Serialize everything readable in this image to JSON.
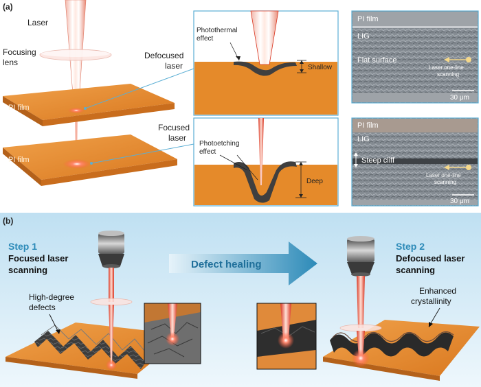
{
  "panel_a": {
    "label": "(a)",
    "laser_label": "Laser",
    "focusing_lens_label": "Focusing lens",
    "focusing_lens_line1": "Focusing",
    "focusing_lens_line2": "lens",
    "pi_film_top": "PI film",
    "pi_film_bottom": "PI film",
    "defocused_laser_line1": "Defocused",
    "defocused_laser_line2": "laser",
    "focused_laser_line1": "Focused",
    "focused_laser_line2": "laser",
    "photothermal_line1": "Photothermal",
    "photothermal_line2": "effect",
    "photoetching_line1": "Photoetching",
    "photoetching_line2": "effect",
    "depth_shallow": "Shallow",
    "depth_deep": "Deep",
    "sem_top": {
      "pi_film": "PI film",
      "lig": "LIG",
      "feature": "Flat surface",
      "scan_line1": "Laser one-line",
      "scan_line2": "scanning",
      "scale": "30 μm"
    },
    "sem_bottom": {
      "pi_film": "PI film",
      "lig": "LIG",
      "feature": "Steep cliff",
      "scan_line1": "Laser one-line",
      "scan_line2": "scanning",
      "scale": "30 μm"
    }
  },
  "panel_b": {
    "label": "(b)",
    "step1_title": "Step 1",
    "step1_line1": "Focused laser",
    "step1_line2": "scanning",
    "defects_line1": "High-degree",
    "defects_line2": "defects",
    "arrow_label": "Defect healing",
    "step2_title": "Step 2",
    "step2_line1": "Defocused laser",
    "step2_line2": "scanning",
    "enhanced_line1": "Enhanced",
    "enhanced_line2": "crystallinity"
  },
  "colors": {
    "pi_orange": "#e58a2a",
    "pi_orange_dark": "#c8691a",
    "lig_dark": "#3a3a3a",
    "accent_blue": "#2c8ab8",
    "sem_gray": "#8a9096",
    "laser_red": "#ff5a3c"
  }
}
